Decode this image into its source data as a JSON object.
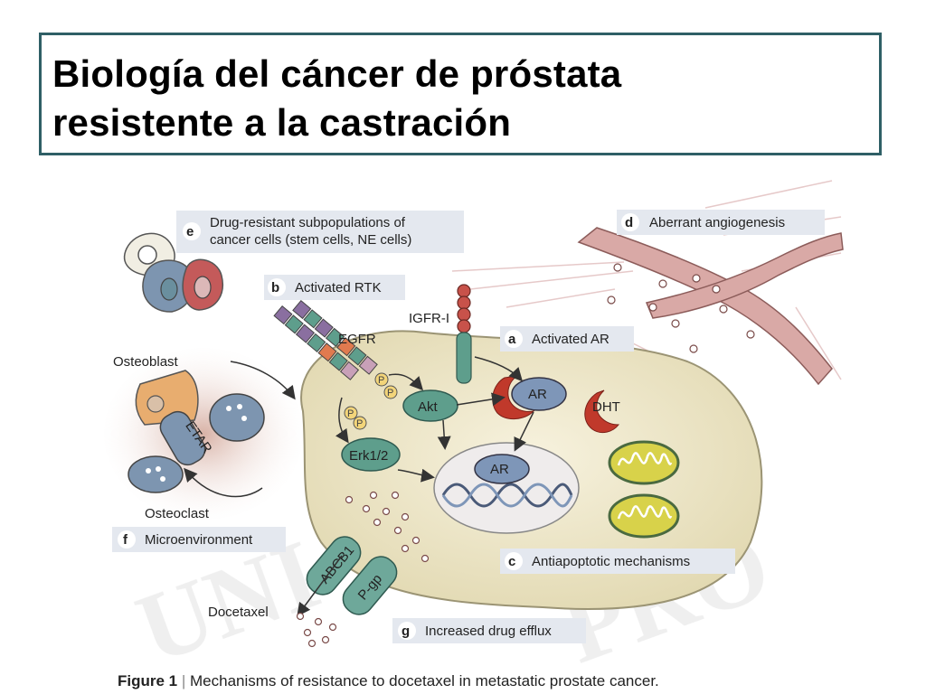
{
  "title": {
    "line1": "Biología del cáncer de próstata",
    "line2": "resistente a la castración"
  },
  "diagram": {
    "panels": {
      "a": {
        "letter": "a",
        "text": "Activated AR"
      },
      "b": {
        "letter": "b",
        "text": "Activated RTK"
      },
      "c": {
        "letter": "c",
        "text": "Antiapoptotic mechanisms"
      },
      "d": {
        "letter": "d",
        "text": "Aberrant angiogenesis"
      },
      "e": {
        "letter": "e",
        "line1": "Drug-resistant subpopulations of",
        "line2": "cancer cells (stem cells, NE cells)"
      },
      "f": {
        "letter": "f",
        "text": "Microenvironment"
      },
      "g": {
        "letter": "g",
        "text": "Increased drug efflux"
      }
    },
    "labels": {
      "egfr": "EGFR",
      "igfr": "IGFR-I",
      "akt": "Akt",
      "ar_cyto": "AR",
      "ar_nuc": "AR",
      "dht": "DHT",
      "erk": "Erk1/2",
      "osteoblast": "Osteoblast",
      "osteoclast": "Osteoclast",
      "etar": "ETAR",
      "abcb1": "ABCB1",
      "pgp": "P-gp",
      "docetaxel": "Docetaxel",
      "phospho": "P"
    }
  },
  "caption": {
    "figure": "Figure 1",
    "separator": "|",
    "text": "Mechanisms of resistance to docetaxel in metastatic prostate cancer."
  },
  "colors": {
    "border": "#2f5f66",
    "cell": "#ede6c8",
    "receptor_green": "#5e9e8c",
    "ar_blue": "#7e96b8",
    "red": "#c0392b",
    "vessel": "#d4a3a3"
  }
}
